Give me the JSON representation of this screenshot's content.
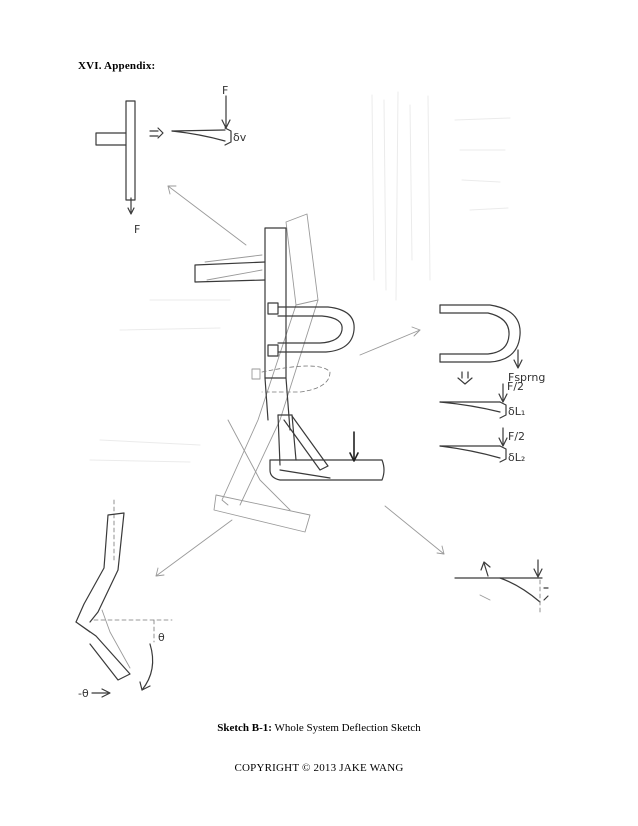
{
  "page": {
    "heading": "XVI. Appendix:"
  },
  "sketch": {
    "labels": {
      "force_top": "F",
      "delta_v": "δv",
      "force_bottom": "F",
      "f_spring": "Fsprng",
      "half_force_1": "F/2",
      "delta_l1": "δL₁",
      "half_force_2": "F/2",
      "delta_l2": "δL₂",
      "theta_right": "θ",
      "theta_left": "-θ"
    }
  },
  "caption": {
    "label": "Sketch B-1:",
    "text": " Whole System Deflection Sketch"
  },
  "footer": {
    "copyright": "COPYRIGHT © 2013 JAKE WANG"
  }
}
